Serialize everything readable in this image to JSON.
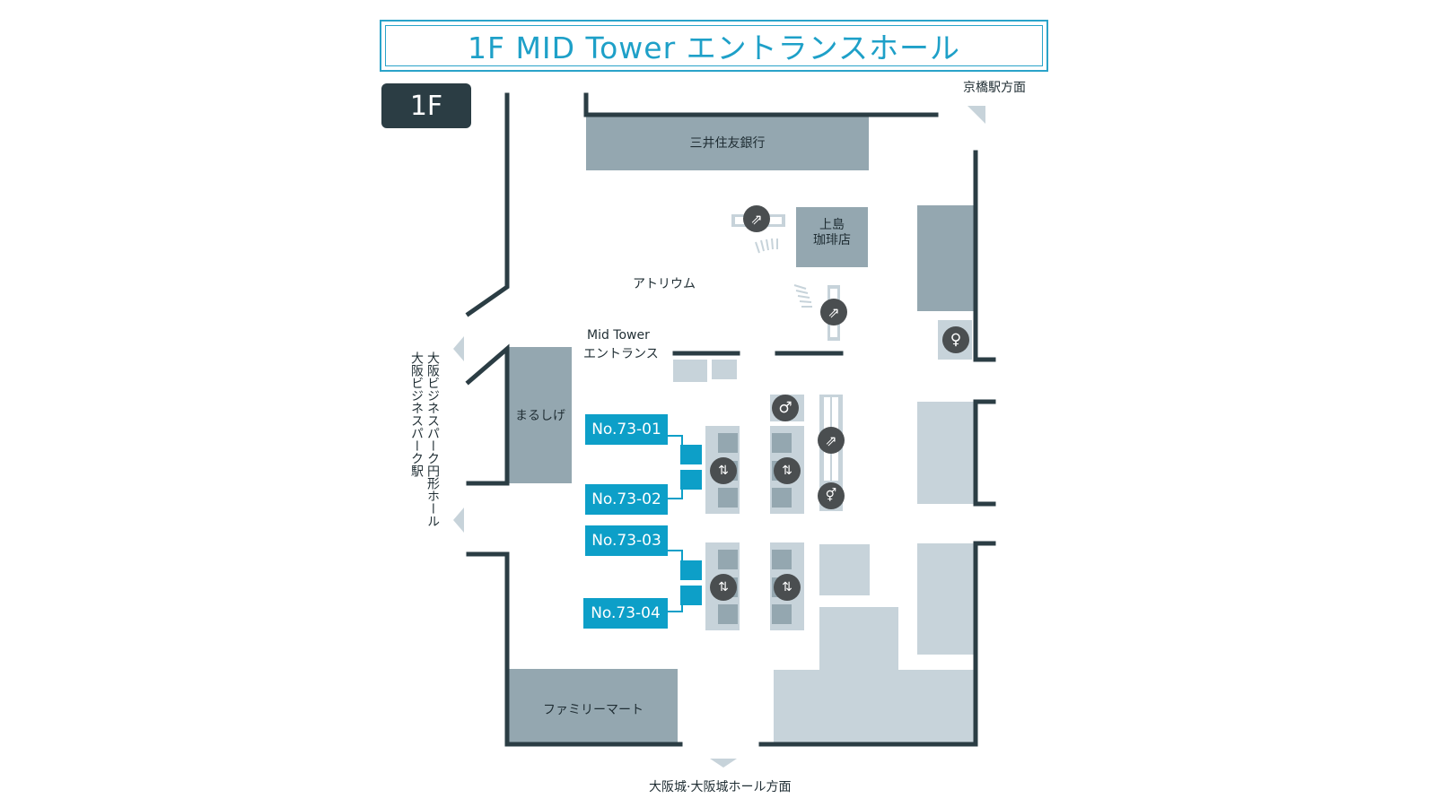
{
  "title": "1F MID Tower エントランスホール",
  "floor_badge": "1F",
  "directions": {
    "kyobashi": "京橋駅方面",
    "osakajo": "大阪城·大阪城ホール方面",
    "obp_line1": "大阪ビジネスパーク円形ホール",
    "obp_line2": "大阪ビジネスパーク駅"
  },
  "areas": {
    "bank": "三井住友銀行",
    "cafe": "上島\n珈琲店",
    "atrium": "アトリウム",
    "entrance_line1": "Mid Tower",
    "entrance_line2": "エントランス",
    "marushige": "まるしげ",
    "familymart": "ファミリーマート"
  },
  "elevator_halls": [
    "No.73-01",
    "No.73-02",
    "No.73-03",
    "No.73-04"
  ],
  "icons": [
    "escalator-icon",
    "elevator-icon",
    "restroom-female-icon",
    "restroom-male-icon",
    "restroom-icon"
  ],
  "colors": {
    "wall": "#2b3d44",
    "shop_dark": "#94a7b0",
    "shop_light": "#c7d3da",
    "accent": "#0d9fc8",
    "title": "#1ea0c8",
    "icon_bg": "#4a4e50"
  }
}
